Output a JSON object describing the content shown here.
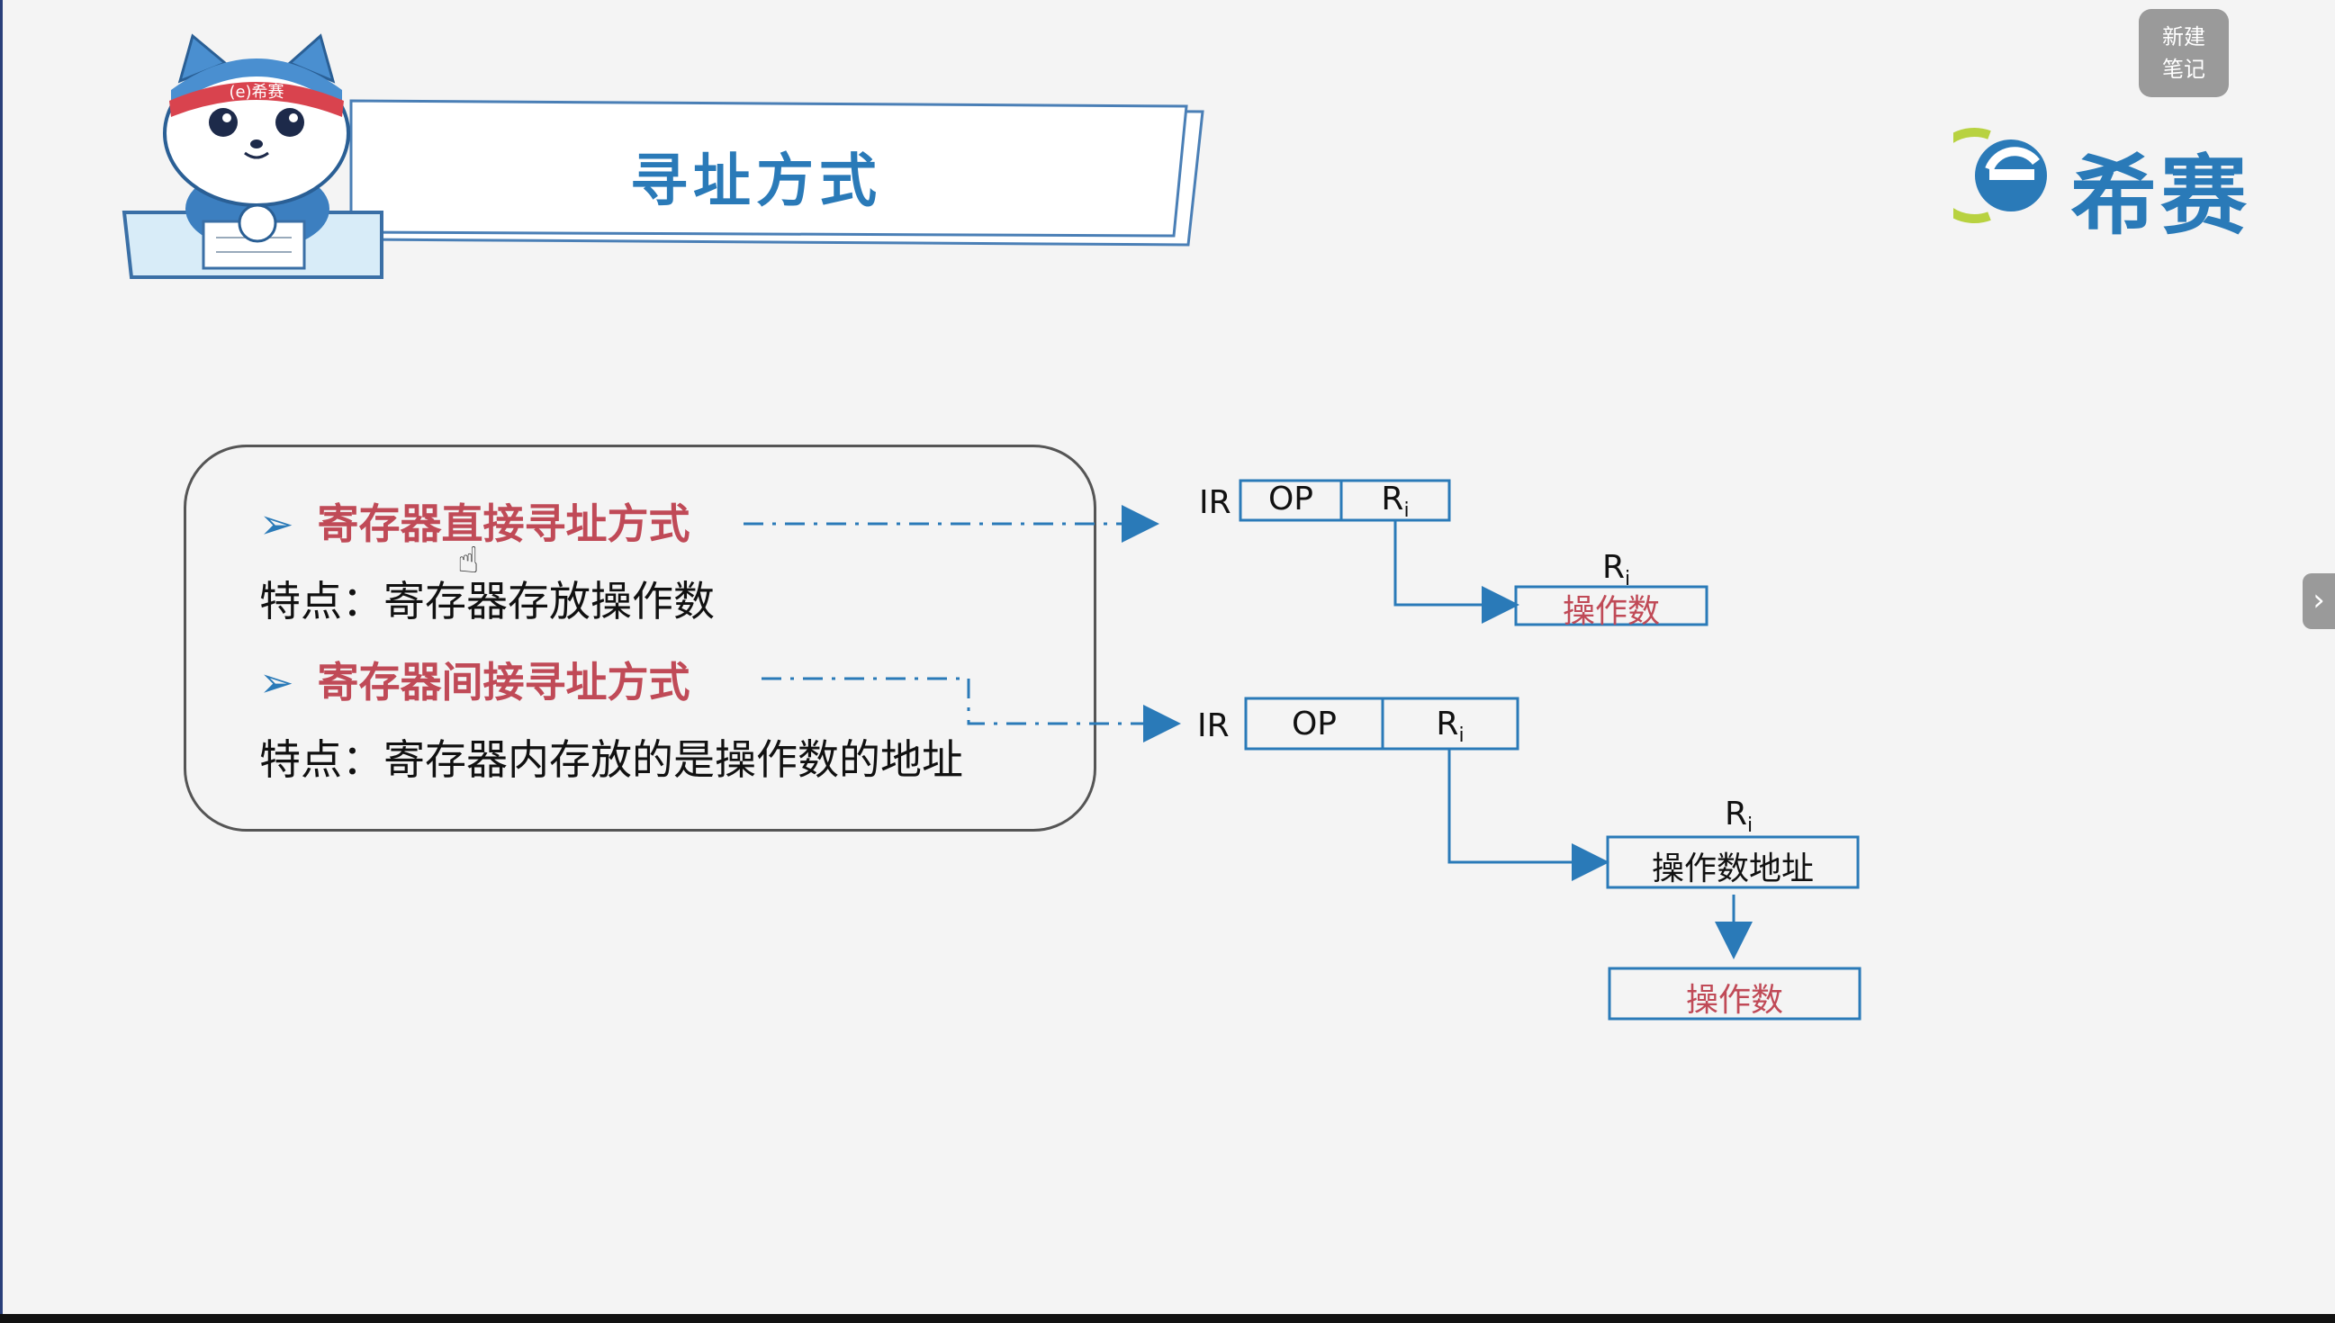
{
  "slide": {
    "title": "寻址方式",
    "brand_name": "希赛",
    "mascot_headband": "(e)希赛"
  },
  "note_button": {
    "line1": "新建",
    "line2": "笔记"
  },
  "side_nav": {
    "icon": "chevron-right-icon"
  },
  "content": {
    "item1_title": "寄存器直接寻址方式",
    "item1_desc": "特点：寄存器存放操作数",
    "item2_title": "寄存器间接寻址方式",
    "item2_desc": "特点：寄存器内存放的是操作数的地址"
  },
  "diagram_direct": {
    "ir": "IR",
    "op": "OP",
    "reg": "R",
    "reg_sub": "i",
    "target_label": "R",
    "target_sub": "i",
    "target_box": "操作数"
  },
  "diagram_indirect": {
    "ir": "IR",
    "op": "OP",
    "reg": "R",
    "reg_sub": "i",
    "reg_label": "R",
    "reg_label_sub": "i",
    "address_box": "操作数地址",
    "operand_box": "操作数"
  },
  "colors": {
    "accent_blue": "#2a7ab8",
    "highlight_red": "#c04a57",
    "background": "#f4f4f4"
  }
}
